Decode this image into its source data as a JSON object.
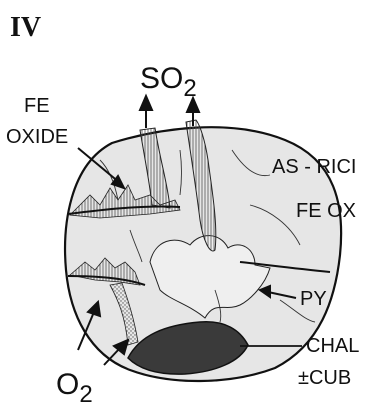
{
  "panel_label": "IV",
  "labels": {
    "so2_main": "SO",
    "so2_sub": "2",
    "fe_oxide_line1": "FE",
    "fe_oxide_line2": "OXIDE",
    "as_rich": "AS - RICI",
    "fe_ox": "FE OX",
    "py": "PY",
    "chal": "CHAL",
    "cub": "±CUB",
    "o2_main": "O",
    "o2_sub": "2"
  },
  "colors": {
    "grain_fill": "#e6e6e6",
    "outline": "#111111",
    "dark_phase": "#3a3a3a",
    "hatch": "#444444"
  }
}
